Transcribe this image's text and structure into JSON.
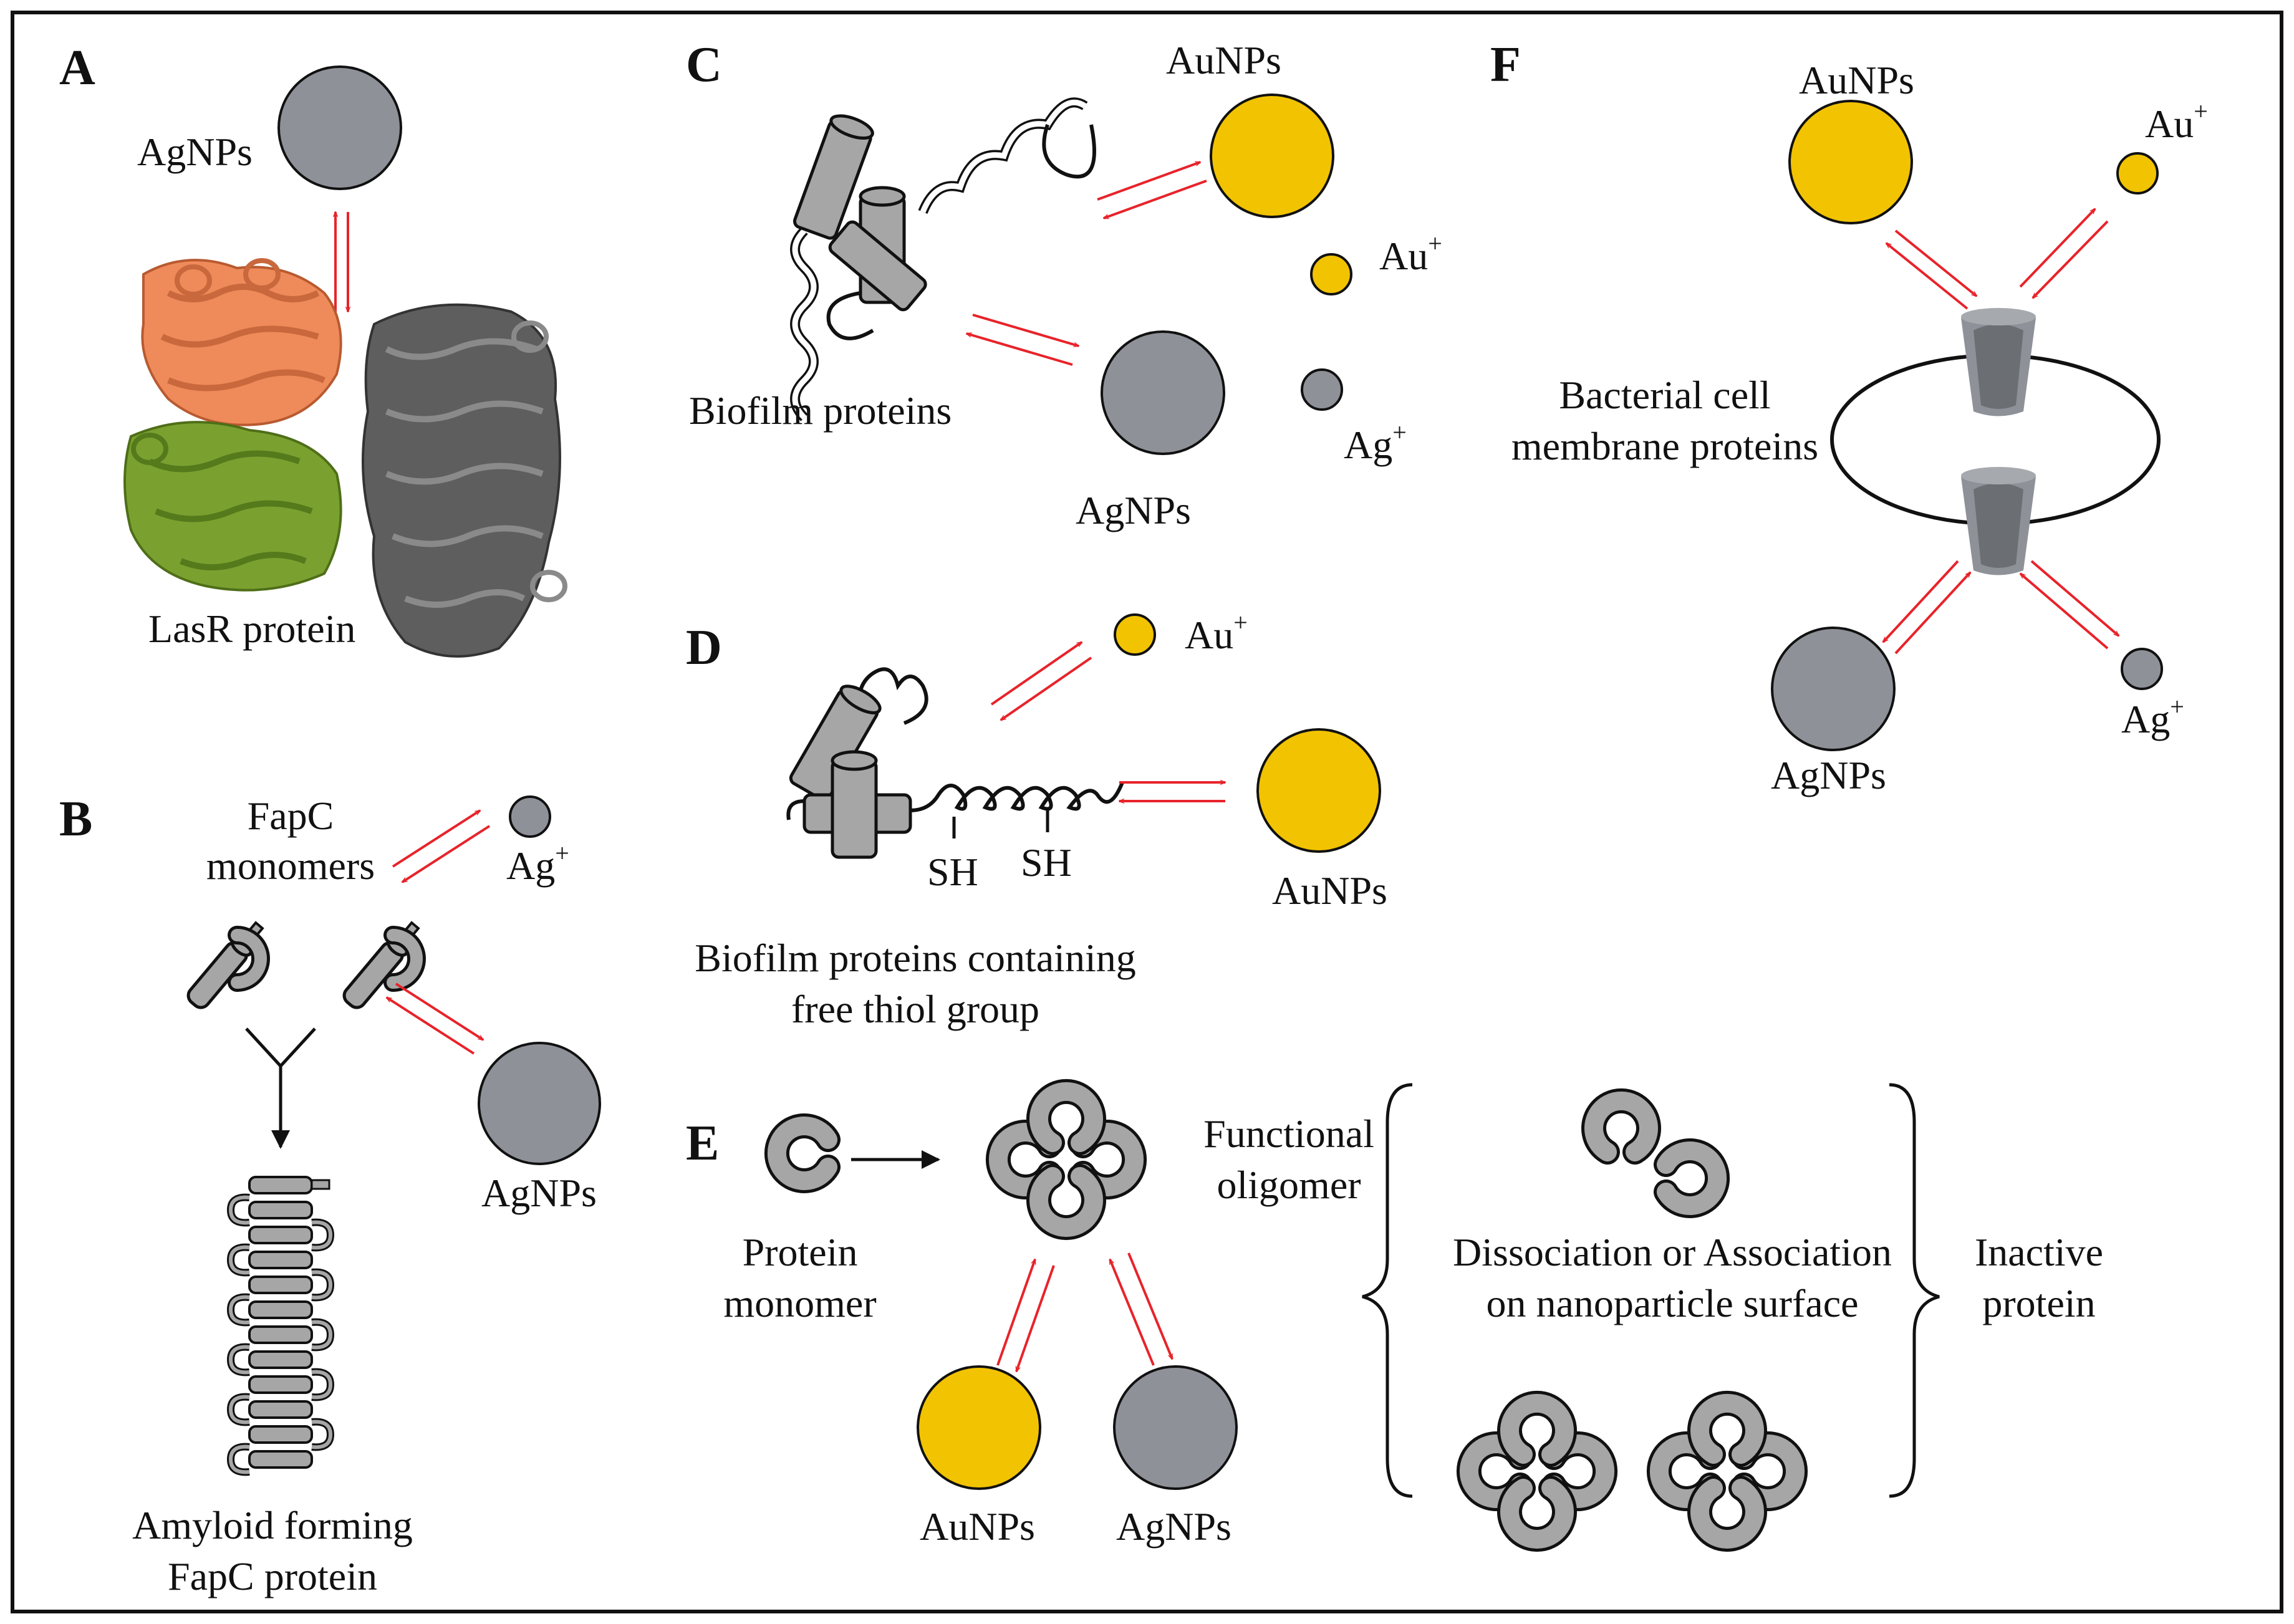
{
  "colors": {
    "gold": "#f2c300",
    "silver": "#8e9298",
    "arrow": "#e8232a",
    "outline": "#111111",
    "protein_gray": "#a6a6a6",
    "protein_orange": "#ef8a5a",
    "protein_green": "#7aa130",
    "protein_dark": "#5e5e5e"
  },
  "panels": {
    "A": {
      "letter": "A",
      "agnps": "AgNPs",
      "protein": "LasR protein"
    },
    "B": {
      "letter": "B",
      "monomers_line1": "FapC",
      "monomers_line2": "monomers",
      "ag_ion": "Ag",
      "ag_ion_charge": "+",
      "agnps": "AgNPs",
      "amyloid_line1": "Amyloid forming",
      "amyloid_line2": "FapC protein"
    },
    "C": {
      "letter": "C",
      "aunps": "AuNPs",
      "au_ion": "Au",
      "au_ion_charge": "+",
      "ag_ion": "Ag",
      "ag_ion_charge": "+",
      "agnps": "AgNPs",
      "protein": "Biofilm proteins"
    },
    "D": {
      "letter": "D",
      "au_ion": "Au",
      "au_ion_charge": "+",
      "thiol1": "SH",
      "thiol2": "SH",
      "aunps": "AuNPs",
      "protein_line1": "Biofilm proteins containing",
      "protein_line2": "free thiol group"
    },
    "E": {
      "letter": "E",
      "monomer_line1": "Protein",
      "monomer_line2": "monomer",
      "oligomer_line1": "Functional",
      "oligomer_line2": "oligomer",
      "dissoc_line1": "Dissociation or Association",
      "dissoc_line2": "on nanoparticle surface",
      "inactive_line1": "Inactive",
      "inactive_line2": "protein",
      "aunps": "AuNPs",
      "agnps": "AgNPs"
    },
    "F": {
      "letter": "F",
      "aunps": "AuNPs",
      "au_ion": "Au",
      "au_ion_charge": "+",
      "membrane_line1": "Bacterial cell",
      "membrane_line2": "membrane proteins",
      "agnps": "AgNPs",
      "ag_ion": "Ag",
      "ag_ion_charge": "+"
    }
  }
}
